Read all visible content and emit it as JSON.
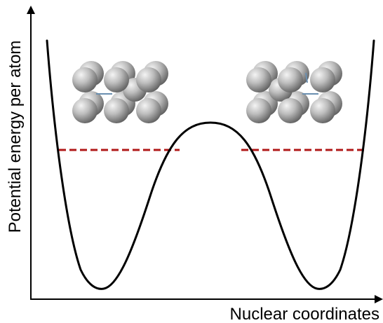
{
  "diagram": {
    "x_axis_label": "Nuclear coordinates",
    "y_axis_label": "Potential energy per atom",
    "curve": {
      "shape": "symmetric double well",
      "color": "#000000"
    },
    "threshold_line": {
      "style": "dashed",
      "color": "#b01818"
    },
    "atom_clusters": [
      {
        "name": "left-well-structure",
        "sphere_color": "#a9a9a9",
        "bond_color": "#6a8fb0"
      },
      {
        "name": "right-well-structure",
        "sphere_color": "#a9a9a9",
        "bond_color": "#6a8fb0"
      }
    ]
  }
}
